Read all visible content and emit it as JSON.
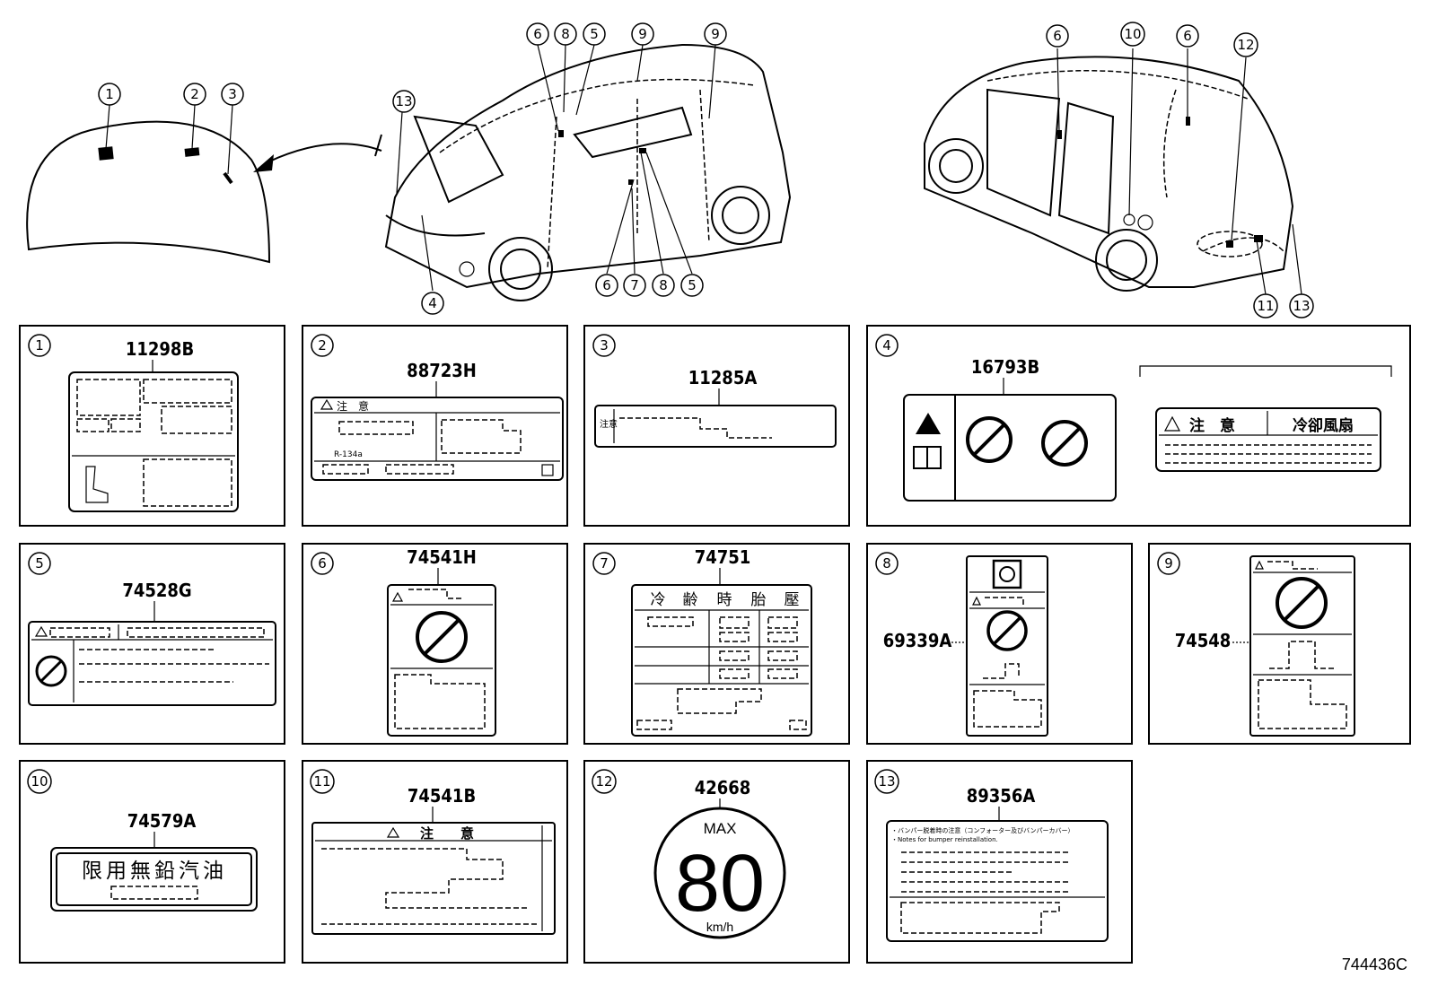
{
  "callouts": {
    "n1": "1",
    "n2": "2",
    "n3": "3",
    "n4": "4",
    "n5": "5",
    "n6": "6",
    "n7": "7",
    "n8": "8",
    "n9": "9",
    "n10": "10",
    "n11": "11",
    "n12": "12",
    "n13": "13"
  },
  "panels": [
    {
      "num": "1",
      "code": "11298B"
    },
    {
      "num": "2",
      "code": "88723H"
    },
    {
      "num": "3",
      "code": "11285A"
    },
    {
      "num": "4",
      "code": "16793B"
    },
    {
      "num": "5",
      "code": "74528G"
    },
    {
      "num": "6",
      "code": "74541H"
    },
    {
      "num": "7",
      "code": "74751"
    },
    {
      "num": "8",
      "code": "69339A"
    },
    {
      "num": "9",
      "code": "74548"
    },
    {
      "num": "10",
      "code": "74579A"
    },
    {
      "num": "11",
      "code": "74541B"
    },
    {
      "num": "12",
      "code": "42668"
    },
    {
      "num": "13",
      "code": "89356A"
    }
  ],
  "label_text": {
    "p2_title": "注　意",
    "p2_refrigerant": "R-134a",
    "p3_side": "注意",
    "p4_warn": "注　意",
    "p4_fan": "冷卻風扇",
    "p7_headers": [
      "冷",
      "齢",
      "時",
      "胎",
      "壓"
    ],
    "p10_text": "限用無鉛汽油",
    "p11_title": "注　　意",
    "p12_max": "MAX",
    "p12_speed": "80",
    "p12_unit": "km/h",
    "p13_line1": "・バンパー脱着時の注意（コンフォーター及びバンパーカバー）",
    "p13_line2": "・Notes for bumper reinstallation."
  },
  "figure_ref": "744436C"
}
